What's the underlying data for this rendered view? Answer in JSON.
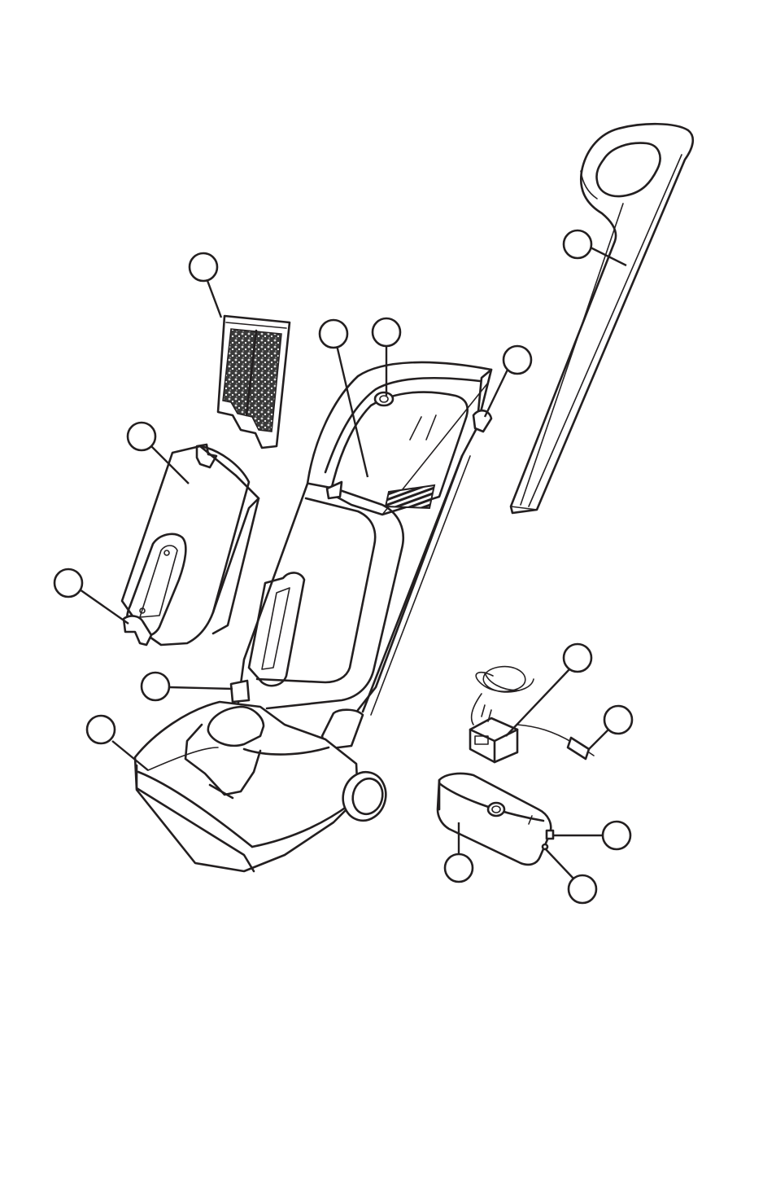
{
  "diagram": {
    "type": "exploded-parts-illustration",
    "parts": [
      {
        "id": "handle",
        "icon": "vacuum-handle-icon"
      },
      {
        "id": "filter",
        "icon": "filter-icon"
      },
      {
        "id": "dust-cup",
        "icon": "dust-cup-icon"
      },
      {
        "id": "dust-cup-latch",
        "icon": "latch-icon"
      },
      {
        "id": "body-handheld",
        "icon": "hand-vacuum-body-icon"
      },
      {
        "id": "power-button",
        "icon": "power-button-icon"
      },
      {
        "id": "handle-release",
        "icon": "release-button-icon"
      },
      {
        "id": "floor-nozzle",
        "icon": "floor-nozzle-icon"
      },
      {
        "id": "nozzle-release",
        "icon": "nozzle-release-icon"
      },
      {
        "id": "charger",
        "icon": "wall-charger-icon"
      },
      {
        "id": "charger-plug",
        "icon": "charger-plug-icon"
      },
      {
        "id": "battery-pack",
        "icon": "battery-pack-icon"
      },
      {
        "id": "charge-port",
        "icon": "charge-port-icon"
      },
      {
        "id": "charge-indicator",
        "icon": "charge-indicator-icon"
      }
    ],
    "callouts": [
      {
        "name": "callout-handle",
        "label": ""
      },
      {
        "name": "callout-filter",
        "label": ""
      },
      {
        "name": "callout-body",
        "label": ""
      },
      {
        "name": "callout-power-button",
        "label": ""
      },
      {
        "name": "callout-handle-release",
        "label": ""
      },
      {
        "name": "callout-dust-cup",
        "label": ""
      },
      {
        "name": "callout-dust-cup-latch",
        "label": ""
      },
      {
        "name": "callout-nozzle-release",
        "label": ""
      },
      {
        "name": "callout-floor-nozzle",
        "label": ""
      },
      {
        "name": "callout-charger",
        "label": ""
      },
      {
        "name": "callout-charger-plug",
        "label": ""
      },
      {
        "name": "callout-charge-port",
        "label": ""
      },
      {
        "name": "callout-battery-pack",
        "label": ""
      },
      {
        "name": "callout-charge-indicator",
        "label": ""
      }
    ],
    "colors": {
      "line": "#231f20",
      "background": "#ffffff",
      "filter_media": "#333333"
    }
  }
}
